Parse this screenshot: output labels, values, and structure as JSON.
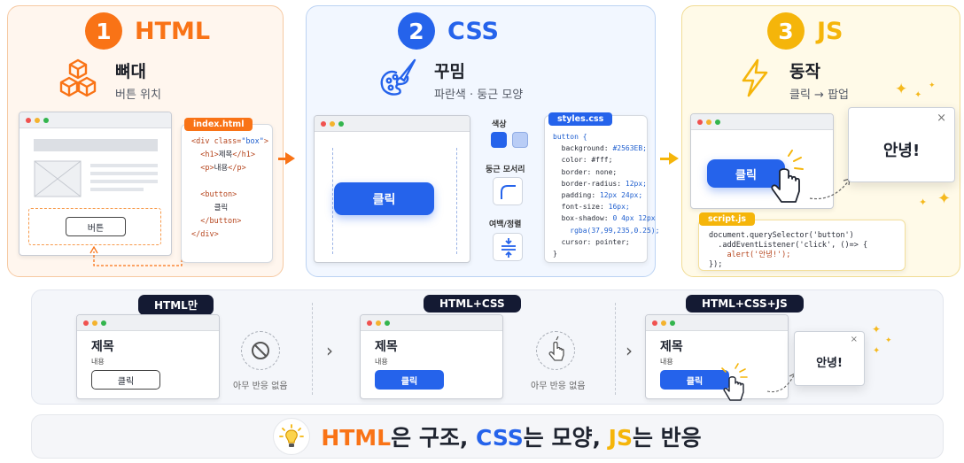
{
  "steps": [
    {
      "num": "1",
      "title": "HTML",
      "feature": "뼈대",
      "desc": "버튼 위치",
      "file": "index.html",
      "color": "#f97316"
    },
    {
      "num": "2",
      "title": "CSS",
      "feature": "꾸밈",
      "desc": "파란색 · 둥근 모양",
      "file": "styles.css",
      "color": "#2563eb"
    },
    {
      "num": "3",
      "title": "JS",
      "feature": "동작",
      "desc": "클릭 → 팝업",
      "file": "script.js",
      "color": "#f5b50a"
    }
  ],
  "html_code": {
    "l1_tag": "<div ",
    "l1_attr": "class=",
    "l1_val": "\"box\"",
    "l1_end": ">",
    "l2_open": "<h1>",
    "l2_text": "제목",
    "l2_close": "</h1>",
    "l3_open": "<p>",
    "l3_text": "내용",
    "l3_close": "</p>",
    "l4": "<button>",
    "l5": "클릭",
    "l6": "</button>",
    "l7": "</div>"
  },
  "html_button": "버튼",
  "css_props": {
    "color_label": "색상",
    "radius_label": "둥근 모서리",
    "spacing_label": "여백/정렬",
    "swatch_dark": "#2563eb",
    "swatch_light": "#b9cdf6"
  },
  "css_button": "클릭",
  "css_code": {
    "l1": "button {",
    "l2k": "  background: ",
    "l2v": "#2563EB;",
    "l3": "  color: #fff;",
    "l4": "  border: none;",
    "l5k": "  border-radius: ",
    "l5v": "12px;",
    "l6k": "  padding: ",
    "l6v": "12px 24px;",
    "l7k": "  font-size: ",
    "l7v": "16px;",
    "l8k": "  box-shadow: ",
    "l8v": "0 4px 12px",
    "l9": "    rgba(37,99,235,0.25);",
    "l10": "  cursor: pointer;",
    "l11": "}"
  },
  "js_button": "클릭",
  "js_popup": {
    "close": "×",
    "text": "안녕!"
  },
  "js_code": {
    "l1": "document.querySelector('button')",
    "l2": "  .addEventListener('click', ()=> {",
    "l3": "    alert('안녕!');",
    "l4": "});"
  },
  "compare": [
    {
      "label": "HTML만",
      "title": "제목",
      "body": "내용",
      "button": "클릭",
      "note": "아무 반응 없음"
    },
    {
      "label": "HTML+CSS",
      "title": "제목",
      "body": "내용",
      "button": "클릭",
      "note": "아무 반응 없음"
    },
    {
      "label": "HTML+CSS+JS",
      "title": "제목",
      "body": "내용",
      "button": "클릭",
      "popup": "안녕!",
      "close": "×"
    }
  ],
  "chevron": "›",
  "summary": {
    "html": "HTML",
    "html_rest": "은 구조, ",
    "css": "CSS",
    "css_rest": "는 모양, ",
    "js": "JS",
    "js_rest": "는 반응"
  }
}
